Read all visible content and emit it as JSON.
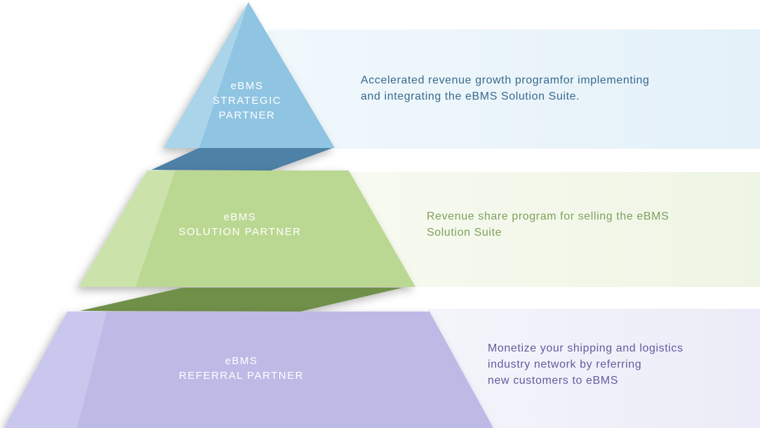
{
  "diagram": {
    "type": "pyramid",
    "tiers": [
      {
        "id": "strategic-partner",
        "label_lines": [
          "eBMS",
          "STRATEGIC",
          "PARTNER"
        ],
        "description_lines": [
          "Accelerated revenue growth programfor implementing",
          "and integrating the eBMS Solution Suite."
        ],
        "colors": {
          "shape": "#8fc4e2",
          "shape_highlight": "#a9d4ea",
          "shape_shadow_wedge": "#4e81a5",
          "panel": "#e8f3fb",
          "description_text": "#38698c",
          "label_text": "#ffffff"
        }
      },
      {
        "id": "solution-partner",
        "label_lines": [
          "eBMS",
          "SOLUTION PARTNER"
        ],
        "description_lines": [
          "Revenue share program for selling the eBMS",
          "Solution Suite"
        ],
        "colors": {
          "shape": "#bad892",
          "shape_highlight": "#cbe3aa",
          "shape_shadow_wedge": "#6f9049",
          "panel": "#f2f7ea",
          "description_text": "#7da05d",
          "label_text": "#ffffff"
        }
      },
      {
        "id": "referral-partner",
        "label_lines": [
          "eBMS",
          "REFERRAL PARTNER"
        ],
        "description_lines": [
          "Monetize your shipping and logistics",
          "industry network by referring",
          "new customers to eBMS"
        ],
        "colors": {
          "shape": "#bdbae6",
          "shape_highlight": "#cac7ee",
          "panel": "#efeffa",
          "description_text": "#635a9f",
          "label_text": "#ffffff"
        }
      }
    ]
  }
}
